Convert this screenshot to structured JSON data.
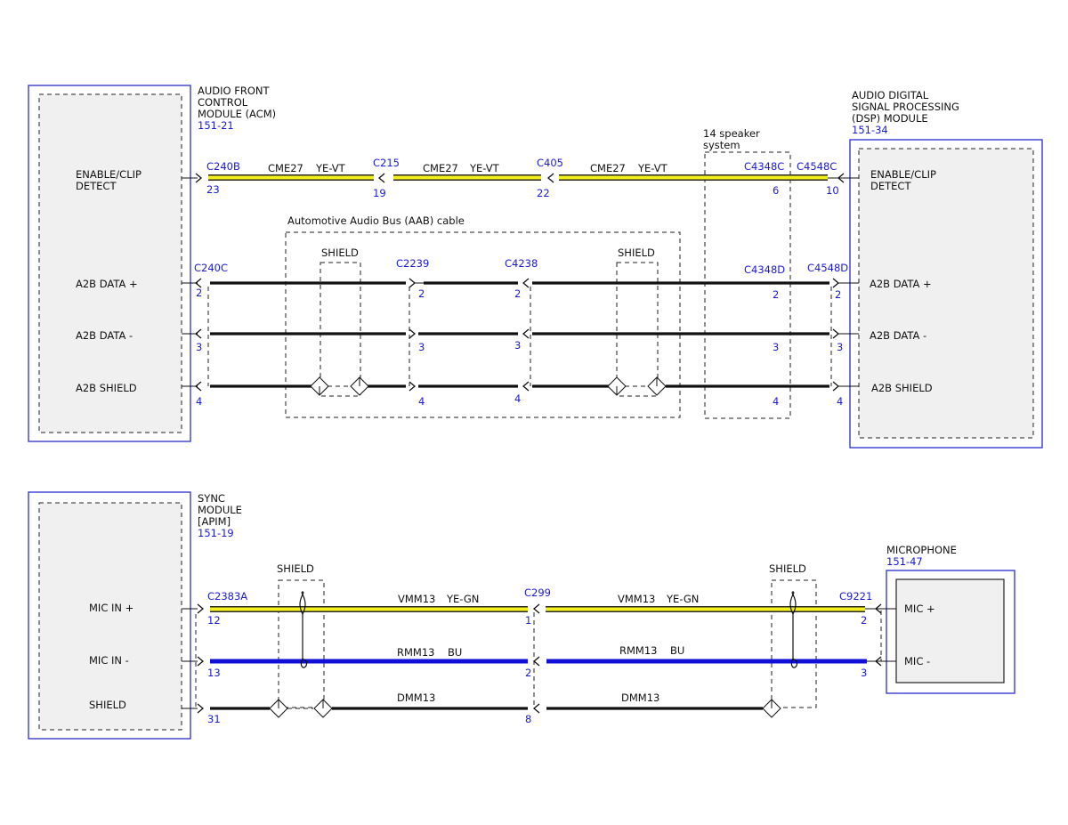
{
  "modules": {
    "acm": {
      "name_lines": [
        "AUDIO FRONT",
        "CONTROL",
        "MODULE (ACM)"
      ],
      "ref": "151-21"
    },
    "dsp": {
      "name_lines": [
        "AUDIO DIGITAL",
        "SIGNAL PROCESSING",
        "(DSP) MODULE"
      ],
      "ref": "151-34"
    },
    "sync": {
      "name_lines": [
        "SYNC",
        "MODULE",
        "[APIM]"
      ],
      "ref": "151-19"
    },
    "mic": {
      "name_lines": [
        "MICROPHONE"
      ],
      "ref": "151-47"
    }
  },
  "pins": {
    "acm_enable": [
      "ENABLE/CLIP",
      "DETECT"
    ],
    "dsp_enable": [
      "ENABLE/CLIP",
      "DETECT"
    ],
    "a2b_pos": "A2B DATA +",
    "a2b_neg": "A2B DATA -",
    "a2b_shield": "A2B SHIELD",
    "mic_in_pos": "MIC IN +",
    "mic_in_neg": "MIC IN -",
    "sync_shield": "SHIELD",
    "mic_pos": "MIC +",
    "mic_neg": "MIC -"
  },
  "boxes": {
    "speaker": [
      "14 speaker",
      "system"
    ],
    "aab": "Automotive Audio Bus (AAB) cable",
    "shield": "SHIELD"
  },
  "connectors": {
    "c240b": "C240B",
    "c215": "C215",
    "c405": "C405",
    "c4348c": "C4348C",
    "c4548c": "C4548C",
    "c240c": "C240C",
    "c2239": "C2239",
    "c4238": "C4238",
    "c4348d": "C4348D",
    "c4548d": "C4548D",
    "c2383a": "C2383A",
    "c299": "C299",
    "c9221": "C9221"
  },
  "pin_numbers": {
    "p23": "23",
    "p19": "19",
    "p22": "22",
    "p6": "6",
    "p10": "10",
    "p2": "2",
    "p3": "3",
    "p4": "4",
    "p12": "12",
    "p13": "13",
    "p31": "31",
    "p1": "1",
    "p8": "8"
  },
  "circuits": {
    "cme27": "CME27",
    "ye_vt": "YE-VT",
    "vmm13": "VMM13",
    "ye_gn": "YE-GN",
    "rmm13": "RMM13",
    "bu": "BU",
    "dmm13": "DMM13"
  },
  "colors": {
    "module_border": "#2b2bd0",
    "label_blue": "#1a1ad6",
    "wire_yellow": "#f2ef1a",
    "wire_blue": "#1010d8"
  }
}
